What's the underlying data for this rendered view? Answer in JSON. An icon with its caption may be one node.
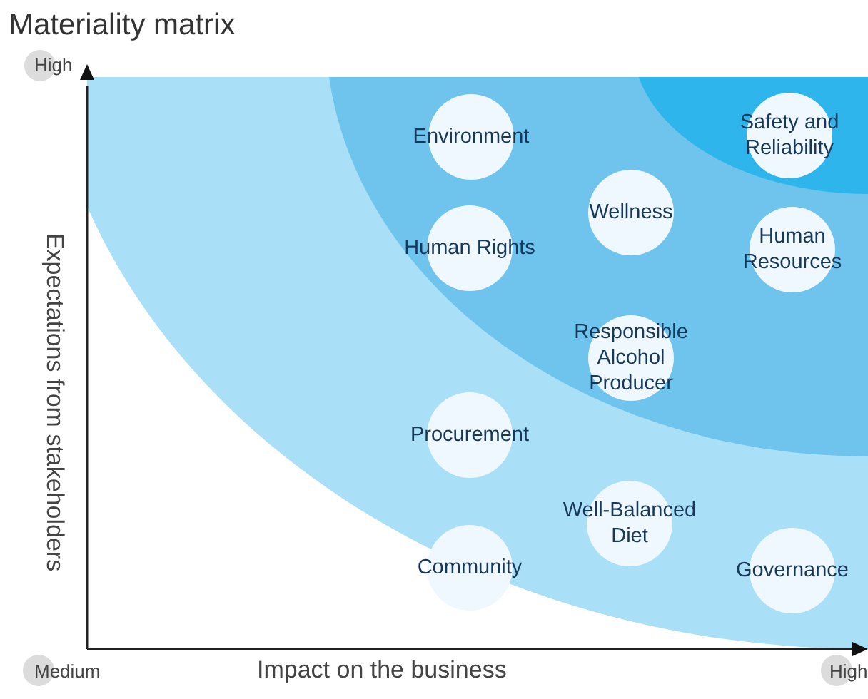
{
  "diagram": {
    "title": "Materiality matrix",
    "nodes": [
      {
        "text": [
          "Environment"
        ]
      },
      {
        "text": [
          "Safety and Reliability"
        ]
      },
      {
        "text": [
          "Wellness"
        ]
      },
      {
        "text": [
          "Human Rights"
        ]
      },
      {
        "text": [
          "Human Resources"
        ]
      },
      {
        "text": [
          "Responsible Alcohol Producer"
        ]
      },
      {
        "text": [
          "Procurement"
        ]
      },
      {
        "text": [
          "Well-Balanced Diet"
        ]
      },
      {
        "text": [
          "Community"
        ]
      },
      {
        "text": [
          "Governance"
        ]
      }
    ],
    "labels": [
      "High",
      "Expectations from stakeholders",
      "Medium",
      "Impact on the business",
      "High"
    ]
  }
}
